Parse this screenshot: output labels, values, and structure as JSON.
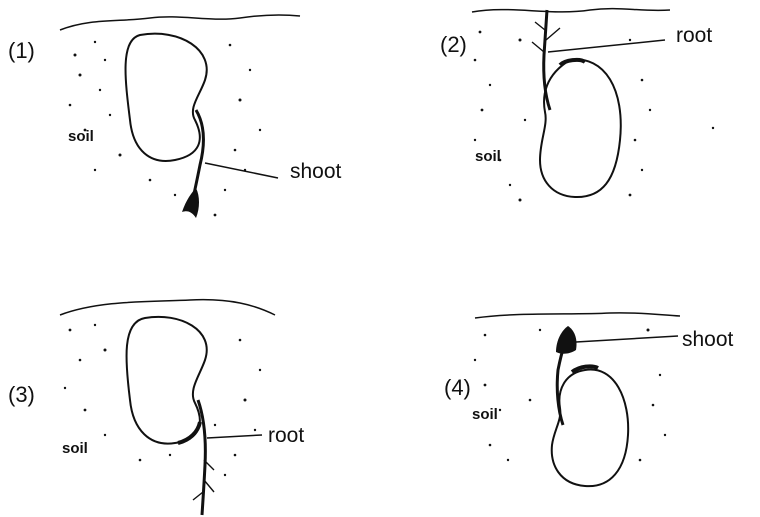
{
  "panels": [
    {
      "number": "(1)",
      "soil": "soil",
      "label": "shoot"
    },
    {
      "number": "(2)",
      "soil": "soil",
      "label": "root"
    },
    {
      "number": "(3)",
      "soil": "soil",
      "label": "root"
    },
    {
      "number": "(4)",
      "soil": "soil",
      "label": "shoot"
    }
  ],
  "colors": {
    "ink": "#111111",
    "paper": "#ffffff"
  }
}
